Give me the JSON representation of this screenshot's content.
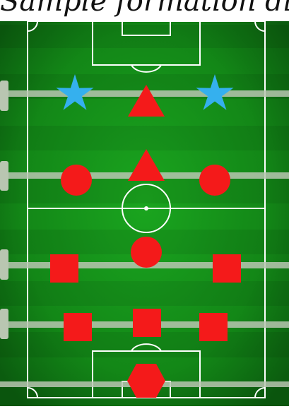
{
  "title": "Sample formation diagram",
  "colors": {
    "grass_dark": "#0b5c0f",
    "grass_light": "#1aa51f",
    "lines": "#ffffff",
    "rods": "#b9c6b1",
    "team_red": "#f41a1a",
    "team_blue": "#35b0ee"
  },
  "rods": [
    "rod-1",
    "rod-2",
    "rod-3",
    "rod-4",
    "rod-5"
  ],
  "players": [
    {
      "name": "blue-star-left",
      "shape": "star",
      "team": "blue"
    },
    {
      "name": "red-triangle-top",
      "shape": "triangle",
      "team": "red"
    },
    {
      "name": "blue-star-right",
      "shape": "star",
      "team": "blue"
    },
    {
      "name": "red-circle-left",
      "shape": "circle",
      "team": "red"
    },
    {
      "name": "red-triangle-mid",
      "shape": "triangle",
      "team": "red"
    },
    {
      "name": "red-circle-right",
      "shape": "circle",
      "team": "red"
    },
    {
      "name": "red-circle-center",
      "shape": "circle",
      "team": "red"
    },
    {
      "name": "red-square-left",
      "shape": "square",
      "team": "red"
    },
    {
      "name": "red-square-right",
      "shape": "square",
      "team": "red"
    },
    {
      "name": "red-square-back-left",
      "shape": "square",
      "team": "red"
    },
    {
      "name": "red-square-back-center",
      "shape": "square",
      "team": "red"
    },
    {
      "name": "red-square-back-right",
      "shape": "square",
      "team": "red"
    },
    {
      "name": "red-hexagon-goalkeeper",
      "shape": "hexagon",
      "team": "red"
    }
  ]
}
